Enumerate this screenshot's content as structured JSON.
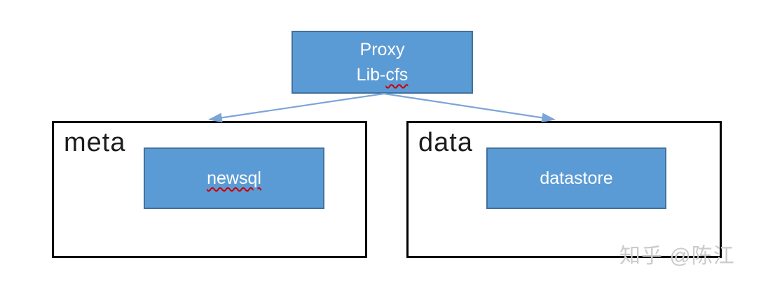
{
  "diagram": {
    "proxy_node": {
      "line1": "Proxy",
      "line2_prefix": "Lib-",
      "line2_flagged": "cfs"
    },
    "meta_group": {
      "label": "meta",
      "node_label": "newsql"
    },
    "data_group": {
      "label": "data",
      "node_label": "datastore"
    },
    "edges": [
      {
        "from": "proxy",
        "to": "meta-group"
      },
      {
        "from": "proxy",
        "to": "data-group"
      }
    ],
    "colors": {
      "node_fill": "#5b9bd5",
      "node_border": "#41719c",
      "node_text": "#ffffff",
      "arrow": "#7ba5d9",
      "group_border": "#000000",
      "group_label_text": "#1c1c1c",
      "spellcheck_squiggle": "#cc0000",
      "watermark_text": "#cbcbcb"
    },
    "watermark": "知乎 @陈江"
  }
}
